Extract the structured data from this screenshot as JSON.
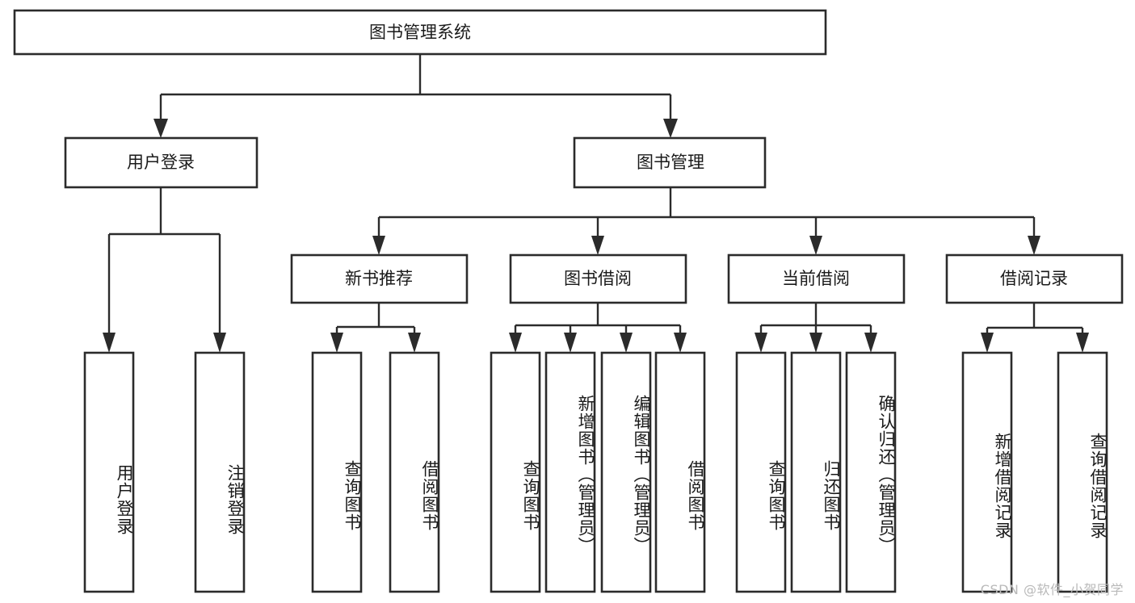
{
  "diagram": {
    "type": "tree",
    "title": "图书管理系统",
    "orientation": "top-down",
    "theme": {
      "box_fill": "#ffffff",
      "box_stroke": "#2b2b2b",
      "text_color": "#1a1a1a",
      "background": "#ffffff"
    },
    "root": {
      "label": "图书管理系统",
      "children": [
        {
          "label": "用户登录",
          "children": [
            {
              "label": "用户登录"
            },
            {
              "label": "注销登录"
            }
          ]
        },
        {
          "label": "图书管理",
          "children": [
            {
              "label": "新书推荐",
              "children": [
                {
                  "label": "查询图书"
                },
                {
                  "label": "借阅图书"
                }
              ]
            },
            {
              "label": "图书借阅",
              "children": [
                {
                  "label": "查询图书"
                },
                {
                  "label": "新增图书（管理员）"
                },
                {
                  "label": "编辑图书（管理员）"
                },
                {
                  "label": "借阅图书"
                }
              ]
            },
            {
              "label": "当前借阅",
              "children": [
                {
                  "label": "查询图书"
                },
                {
                  "label": "归还图书"
                },
                {
                  "label": "确认归还（管理员）"
                }
              ]
            },
            {
              "label": "借阅记录",
              "children": [
                {
                  "label": "新增借阅记录"
                },
                {
                  "label": "查询借阅记录"
                }
              ]
            }
          ]
        }
      ]
    }
  },
  "nodes": {
    "root": "图书管理系统",
    "l2": {
      "user_login": "用户登录",
      "book_manage": "图书管理"
    },
    "l3": {
      "new_book_rec": "新书推荐",
      "book_borrow": "图书借阅",
      "current_borrow": "当前借阅",
      "borrow_record": "借阅记录"
    },
    "leaves": {
      "user_login_a": "用户登录",
      "user_login_b": "注销登录",
      "new_book_a": "查询图书",
      "new_book_b": "借阅图书",
      "borrow_a": "查询图书",
      "borrow_b": "新增图书（管理员）",
      "borrow_c": "编辑图书（管理员）",
      "borrow_d": "借阅图书",
      "current_a": "查询图书",
      "current_b": "归还图书",
      "current_c": "确认归还（管理员）",
      "record_a": "新增借阅记录",
      "record_b": "查询借阅记录"
    }
  },
  "watermark": {
    "text": "CSDN @软件_小贺同学"
  }
}
